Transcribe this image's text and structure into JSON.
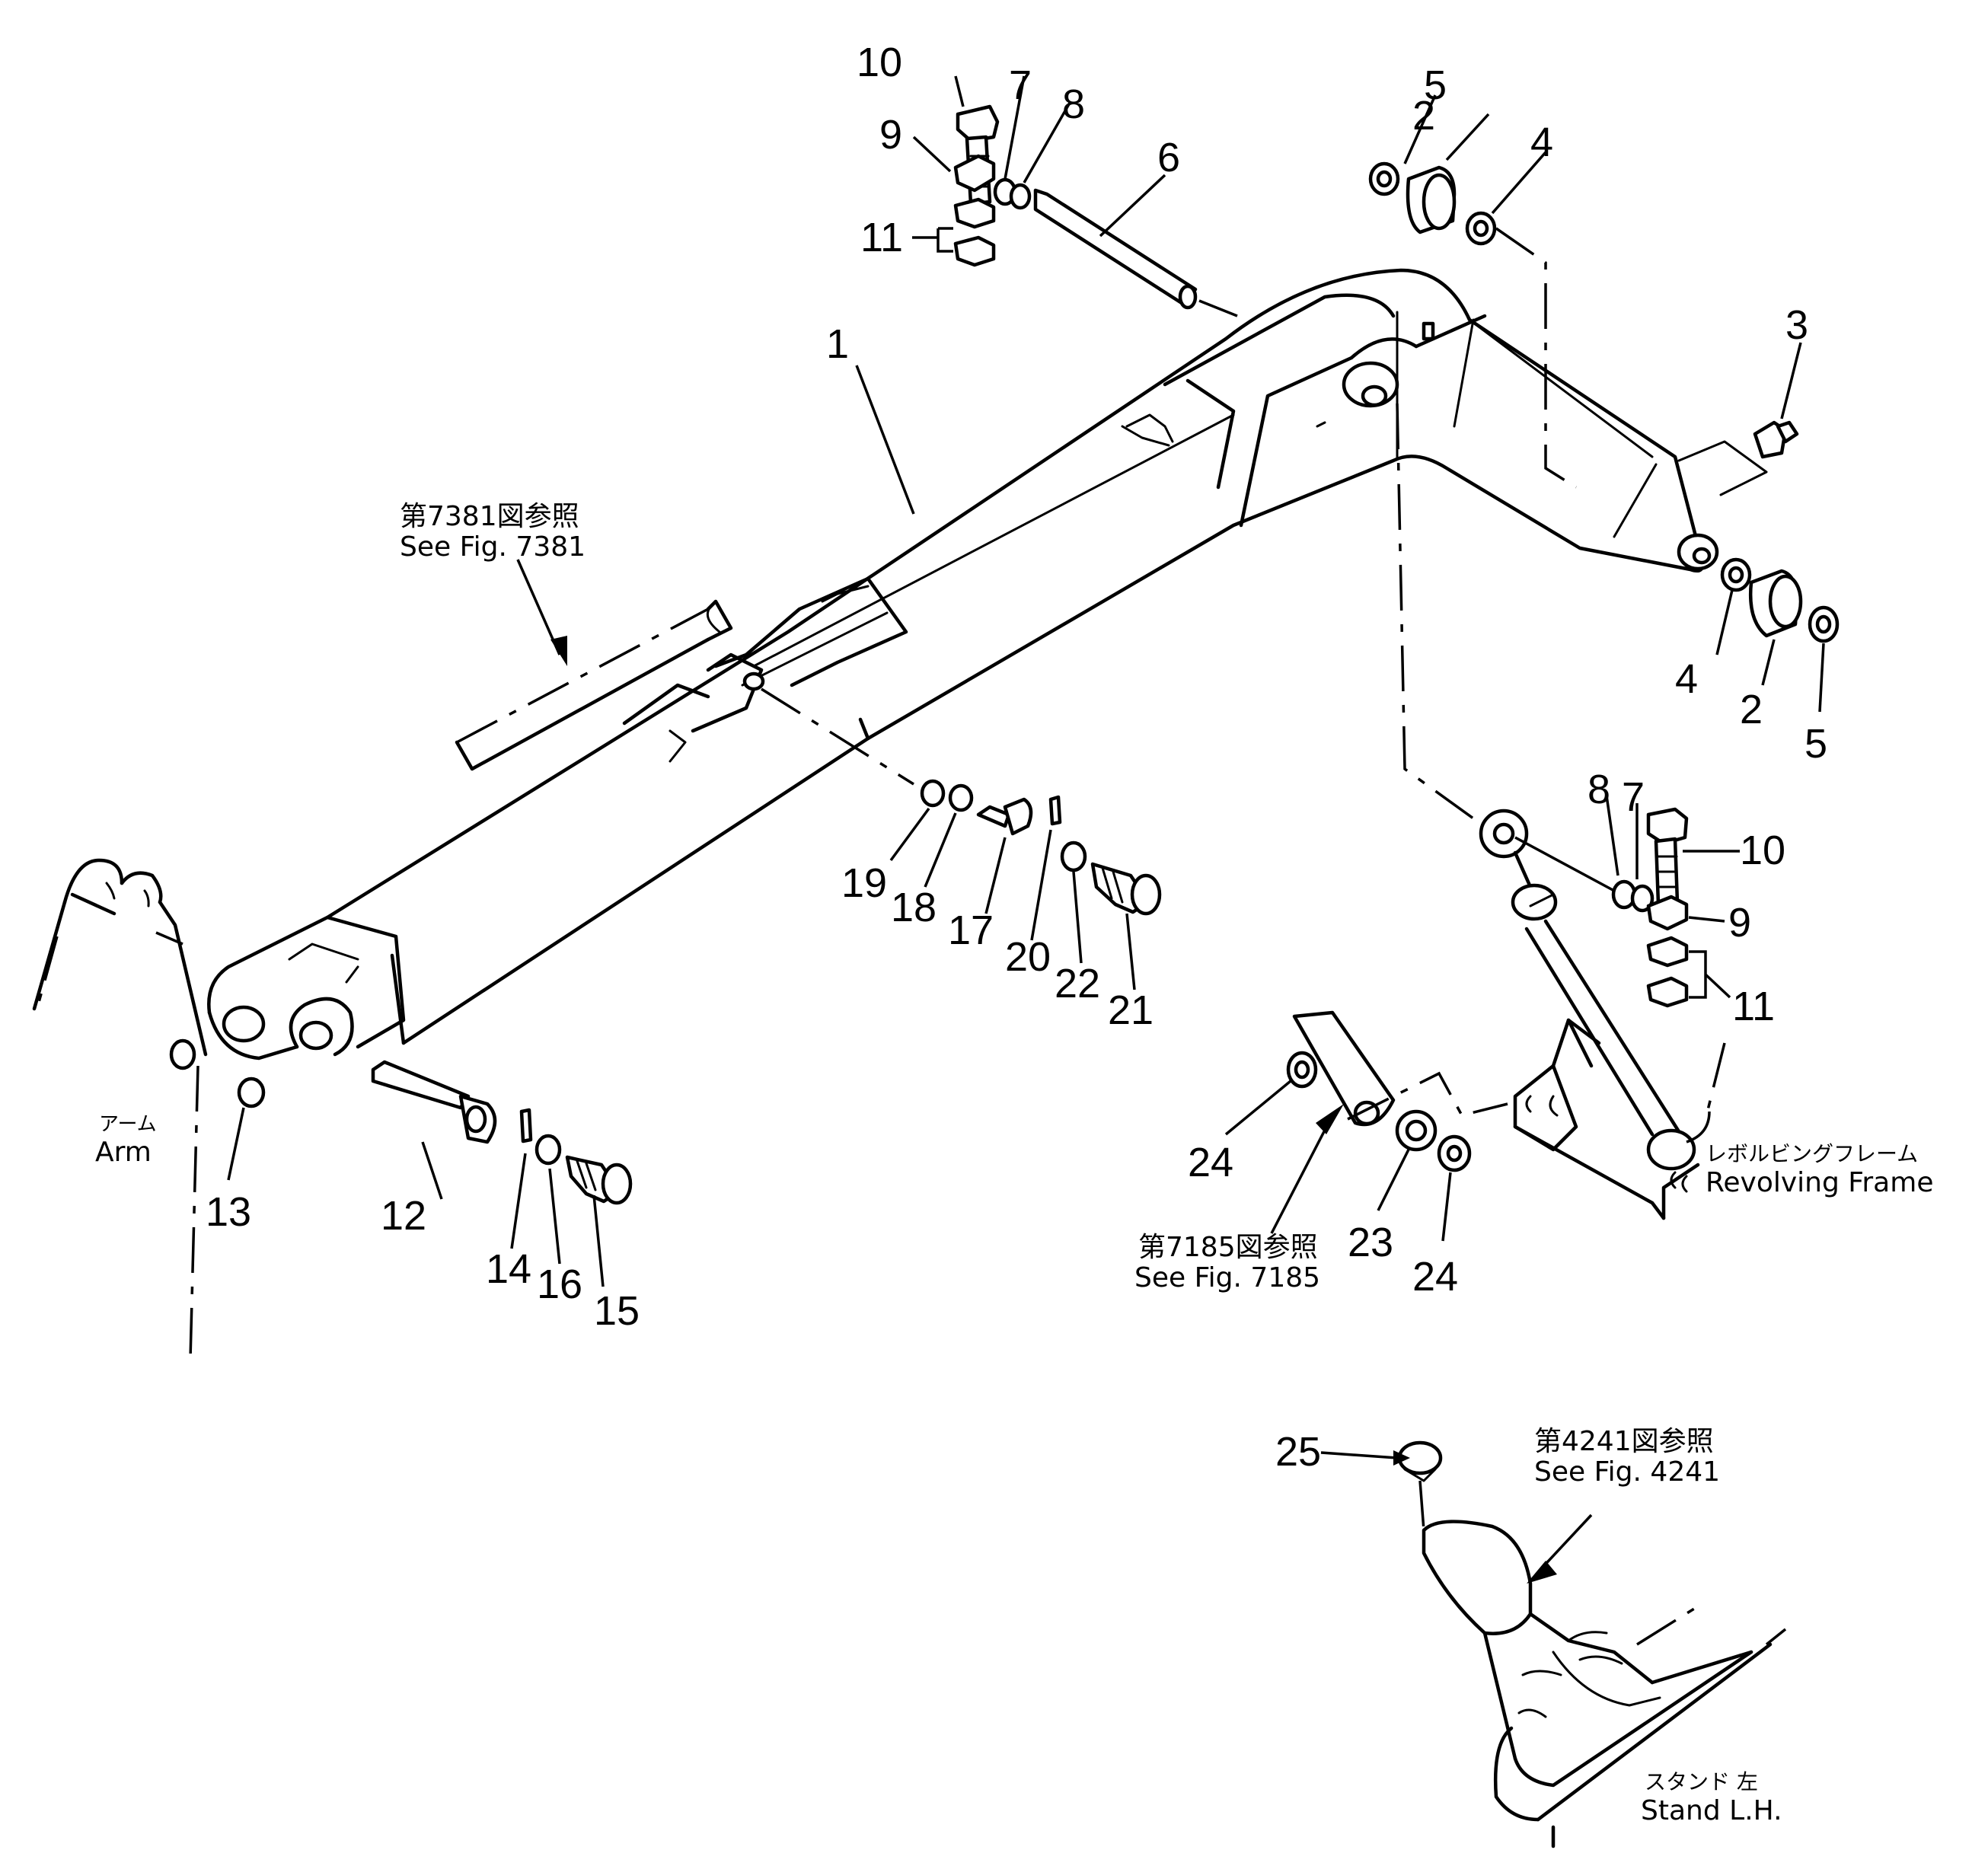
{
  "callouts": [
    "1",
    "2",
    "2",
    "3",
    "4",
    "4",
    "5",
    "5",
    "6",
    "7",
    "7",
    "8",
    "8",
    "9",
    "9",
    "10",
    "10",
    "11",
    "11",
    "12",
    "13",
    "14",
    "15",
    "16",
    "17",
    "18",
    "19",
    "20",
    "21",
    "22",
    "23",
    "24",
    "24",
    "25"
  ],
  "references": {
    "fig7381": {
      "jp": "第7381図参照",
      "en": "See Fig. 7381"
    },
    "fig7185": {
      "jp": "第7185図参照",
      "en": "See Fig. 7185"
    },
    "fig4241": {
      "jp": "第4241図参照",
      "en": "See Fig. 4241"
    }
  },
  "labels": {
    "arm": {
      "jp": "アーム",
      "en": "Arm"
    },
    "revolving_frame": {
      "jp": "レボルビングフレーム",
      "en": "Revolving Frame"
    },
    "stand": {
      "jp": "スタンド 左",
      "en": "Stand L.H."
    }
  }
}
